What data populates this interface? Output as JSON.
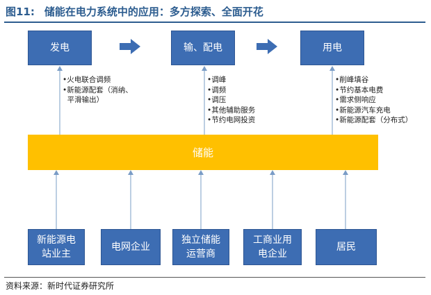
{
  "title": {
    "figure_no": "图11:",
    "text": "储能在电力系统中的应用：多方探索、全面开花"
  },
  "top_row": {
    "generation": "发电",
    "transmission": "输、配电",
    "consumption": "用电"
  },
  "notes": {
    "generation": [
      "•火电联合调频",
      "•新能源配套（消纳、",
      "  平滑输出）"
    ],
    "transmission": [
      "•调峰",
      "•调频",
      "•调压",
      "•其他辅助服务",
      "•节约电网投资"
    ],
    "consumption": [
      "•削峰填谷",
      "•节约基本电费",
      "•需求侧响应",
      "•新能源汽车充电",
      "•新能源配套（分布式）"
    ]
  },
  "storage_label": "储能",
  "bottom_row": {
    "renewable_owner": "新能源电\n站业主",
    "grid_company": "电网企业",
    "independent_operator": "独立储能\n运营商",
    "industrial_user": "工商业用\n电企业",
    "residents": "居民"
  },
  "source": "资料来源：新时代证券研究所",
  "colors": {
    "box": "#3d6db3",
    "storage": "#ffc000",
    "line": "#7a9cc6",
    "title": "#2c5c8f"
  }
}
